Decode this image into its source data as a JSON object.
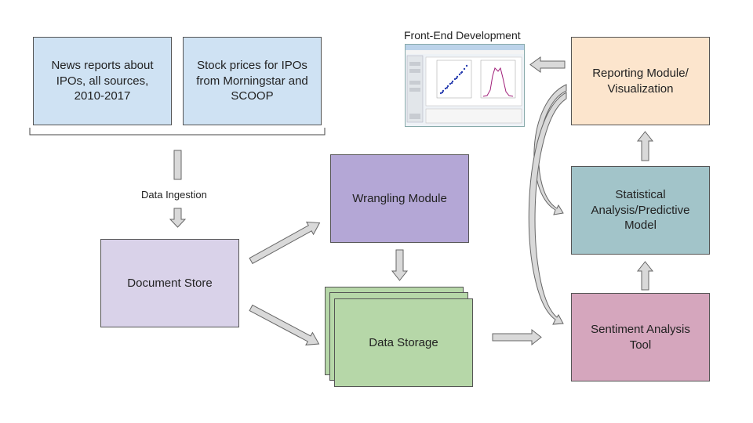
{
  "boxes": {
    "news": "News reports about\nIPOs, all sources,\n2010-2017",
    "stock": "Stock prices for IPOs\nfrom Morningstar and\nSCOOP",
    "doc_store": "Document Store",
    "wrangling": "Wrangling Module",
    "data_storage": "Data Storage",
    "sentiment": "Sentiment Analysis\nTool",
    "statistical": "Statistical\nAnalysis/Predictive\nModel",
    "reporting": "Reporting Module/\nVisualization"
  },
  "labels": {
    "data_ingestion": "Data Ingestion",
    "front_end": "Front-End Development"
  },
  "colors": {
    "light_blue": "#cfe2f3",
    "lavender": "#d9d2e9",
    "purple": "#b4a7d6",
    "green": "#b6d7a8",
    "pink": "#d5a6bd",
    "teal": "#a2c4c9",
    "peach": "#fce5cd",
    "arrow_fill": "#d9d9d9",
    "arrow_stroke": "#666666"
  }
}
